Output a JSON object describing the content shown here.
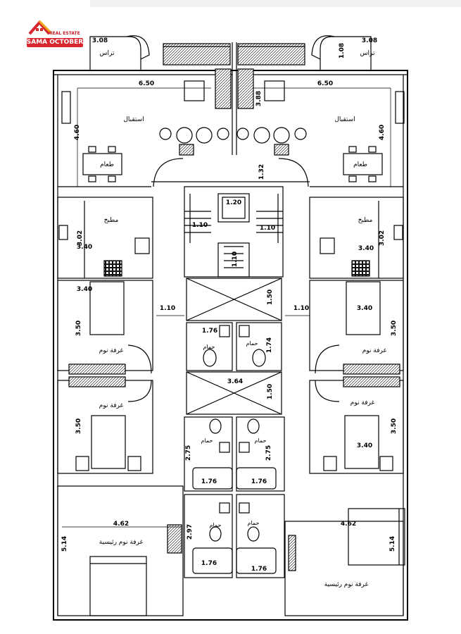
{
  "brand": {
    "name": "SAMA OCTOBER",
    "subtitle": "REAL ESTATE",
    "colors": {
      "primary": "#d7262e",
      "accent": "#f2a71b",
      "line": "#000000"
    }
  },
  "rooms": {
    "terrace": "تراس",
    "reception": "استقبال",
    "dining": "طعام",
    "kitchen": "مطبخ",
    "bedroom": "غرفة نوم",
    "bathroom": "حمام",
    "master_bedroom": "غرفة نوم رئيسية"
  },
  "dimensions": {
    "terrace_left": "3.08",
    "terrace_right": "3.08",
    "terrace_right_depth": "1.08",
    "reception_w_left": "6.50",
    "reception_w_right": "6.50",
    "reception_h_left": "4.60",
    "reception_h_right": "4.60",
    "center_top": "3.88",
    "stair_landing": "1.32",
    "elevator": "1.20",
    "stair_left": "1.10",
    "stair_right": "1.10",
    "stair_mid": "1.10",
    "kitchen_h_left": "3.02",
    "kitchen_h_right": "3.02",
    "kitchen_w_left": "3.40",
    "kitchen_w_right": "3.40",
    "bed1_w_left": "3.40",
    "bed1_w_right": "3.40",
    "corridor_left": "1.10",
    "corridor_right": "1.10",
    "shaft1": "1.50",
    "shaft2": "1.50",
    "bed1_h_left": "3.50",
    "bed1_h_right": "3.50",
    "bath_small_w": "1.76",
    "bath_small_h": "1.74",
    "center_mid": "3.64",
    "bed2_h_left": "3.50",
    "bed2_h_right": "3.50",
    "bed2_w_right": "3.40",
    "bath_h_left": "2.75",
    "bath_h_right": "2.75",
    "tub1_left": "1.76",
    "tub1_right": "1.76",
    "master_w_left": "4.62",
    "master_w_right": "4.62",
    "master_h_left": "5.14",
    "master_h_right": "5.14",
    "bath2_h": "2.97",
    "tub2_left": "1.76",
    "tub2_right": "1.76"
  }
}
